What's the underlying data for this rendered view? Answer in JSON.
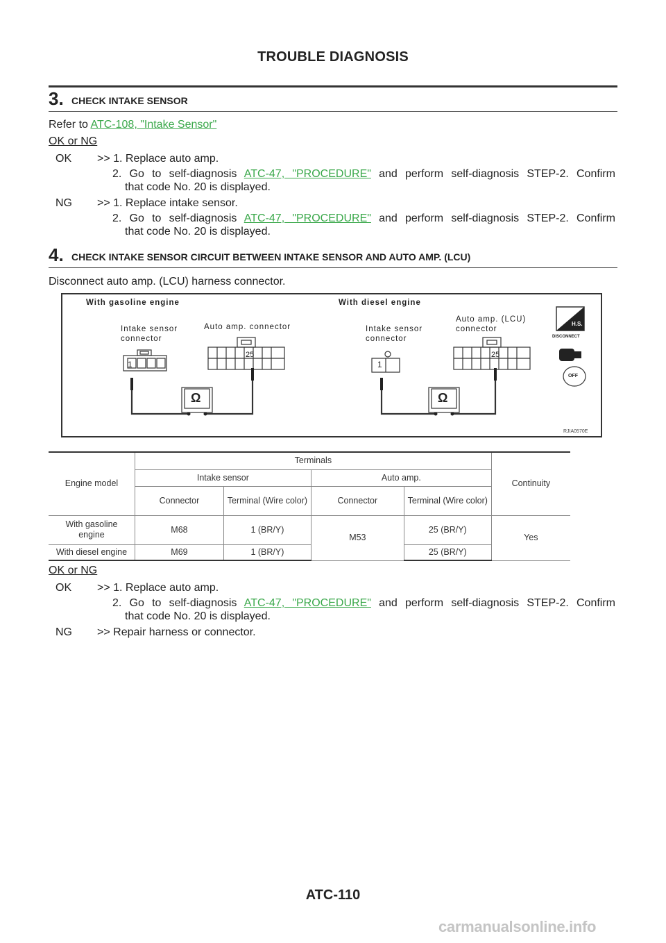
{
  "header": {
    "title": "TROUBLE DIAGNOSIS"
  },
  "step3": {
    "number": "3.",
    "title": "CHECK INTAKE SENSOR",
    "refer_prefix": "Refer to ",
    "refer_link": "ATC-108, \"Intake Sensor\"",
    "ok_or_ng": "OK or NG",
    "ok_label": "OK",
    "ok_line1": ">> 1. Replace auto amp.",
    "ok_line2_pre": "2. Go to self-diagnosis ",
    "ok_line2_link": "ATC-47, \"PROCEDURE\"",
    "ok_line2_post": " and perform self-diagnosis STEP-2. Confirm",
    "ok_line3": "that code No. 20 is displayed.",
    "ng_label": "NG",
    "ng_line1": ">> 1. Replace intake sensor.",
    "ng_line2_pre": "2. Go to self-diagnosis ",
    "ng_line2_link": "ATC-47, \"PROCEDURE\"",
    "ng_line2_post": " and perform self-diagnosis STEP-2. Confirm",
    "ng_line3": "that code No. 20 is displayed."
  },
  "step4": {
    "number": "4.",
    "title": "CHECK INTAKE SENSOR CIRCUIT BETWEEN INTAKE SENSOR AND AUTO AMP. (LCU)",
    "instruction": "Disconnect auto amp. (LCU) harness connector.",
    "ok_or_ng": "OK or NG",
    "ok_label": "OK",
    "ok_line1": ">> 1. Replace auto amp.",
    "ok_line2_pre": "2. Go to self-diagnosis ",
    "ok_line2_link": "ATC-47, \"PROCEDURE\"",
    "ok_line2_post": " and perform self-diagnosis STEP-2. Confirm",
    "ok_line3": "that code No. 20 is displayed.",
    "ng_label": "NG",
    "ng_line1": ">> Repair harness or connector."
  },
  "diagram": {
    "gasoline_title": "With gasoline engine",
    "diesel_title": "With diesel engine",
    "intake_sensor_connector_1": "Intake sensor",
    "intake_sensor_connector_2": "connector",
    "auto_amp_connector": "Auto amp. connector",
    "auto_amp_lcu_1": "Auto amp. (LCU)",
    "auto_amp_lcu_2": "connector",
    "pin_1": "1",
    "pin_25": "25",
    "ohm": "Ω",
    "hs_label": "H.S.",
    "disconnect_label": "DISCONNECT",
    "off_label": "OFF",
    "code": "RJIA0570E"
  },
  "table": {
    "engine_model": "Engine model",
    "terminals": "Terminals",
    "continuity": "Continuity",
    "intake_sensor": "Intake sensor",
    "auto_amp": "Auto amp.",
    "connector": "Connector",
    "terminal_wire_color": "Terminal (Wire color)",
    "rows": [
      {
        "model": "With gasoline engine",
        "conn": "M68",
        "term": "1 (BR/Y)",
        "amp_term": "25 (BR/Y)"
      },
      {
        "model": "With diesel engine",
        "conn": "M69",
        "term": "1 (BR/Y)",
        "amp_term": "25 (BR/Y)"
      }
    ],
    "amp_conn": "M53",
    "result": "Yes"
  },
  "footer": {
    "page": "ATC-110"
  },
  "watermark": "carmanualsonline.info"
}
